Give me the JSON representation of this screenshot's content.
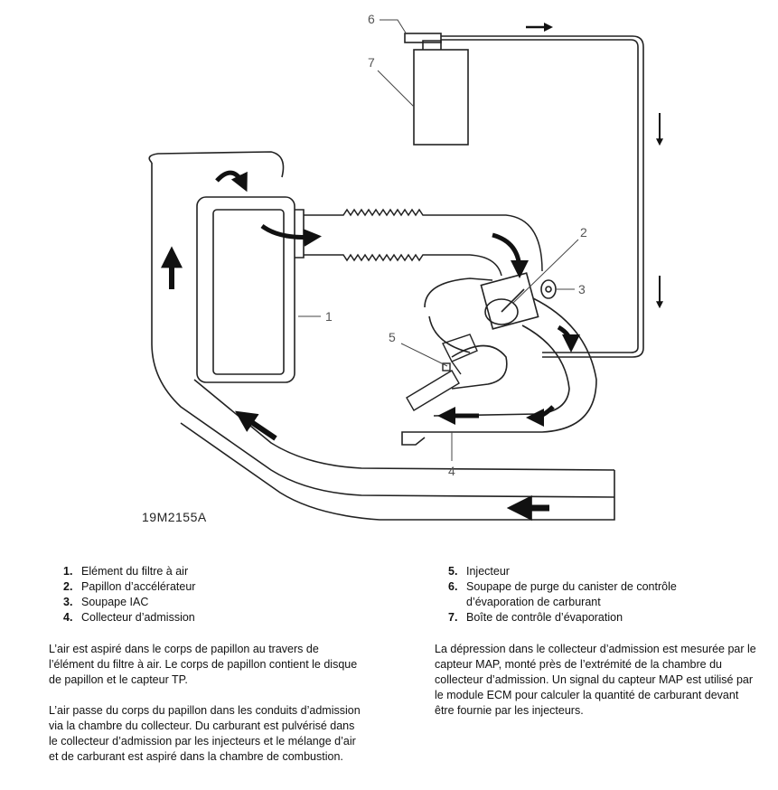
{
  "diagram": {
    "reference": "19M2155A",
    "callouts": [
      "1",
      "2",
      "3",
      "4",
      "5",
      "6",
      "7"
    ]
  },
  "legend_left": [
    {
      "num": "1.",
      "text": "Elément du filtre à air"
    },
    {
      "num": "2.",
      "text": "Papillon d’accélérateur"
    },
    {
      "num": "3.",
      "text": "Soupape IAC"
    },
    {
      "num": "4.",
      "text": "Collecteur d’admission"
    }
  ],
  "legend_right": [
    {
      "num": "5.",
      "text": "Injecteur"
    },
    {
      "num": "6.",
      "text": "Soupape de purge du canister de contrôle\nd’évaporation de carburant"
    },
    {
      "num": "7.",
      "text": "Boîte de contrôle d’évaporation"
    }
  ],
  "paragraphs": {
    "left_1": "L’air est aspiré dans le corps de papillon au travers de l’élément du filtre à air. Le corps de papillon contient le disque de papillon et le capteur TP.",
    "left_2": "L’air passe du corps du papillon dans les conduits d’admission via la chambre du collecteur. Du carburant est pulvérisé dans le collecteur d’admission par les injecteurs et le mélange d’air et de carburant est aspiré dans la chambre de combustion.",
    "right_1": "La dépression dans le collecteur d’admission est mesurée par le capteur MAP, monté près de l’extrémité de la chambre du collecteur d’admission. Un signal du capteur MAP est utilisé par le module ECM pour calculer la quantité de carburant devant être fournie par les injecteurs."
  }
}
